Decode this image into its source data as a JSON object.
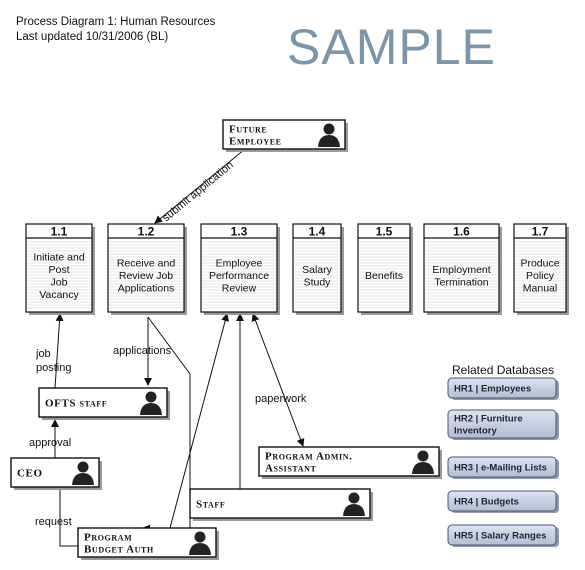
{
  "header": {
    "title": "Process Diagram 1: Human Resources",
    "updated": "Last updated 10/31/2006 (BL)",
    "watermark": "SAMPLE"
  },
  "processes": [
    {
      "id": "1.1",
      "lines": [
        "Initiate and",
        "Post",
        "Job",
        "Vacancy"
      ]
    },
    {
      "id": "1.2",
      "lines": [
        "Receive and",
        "Review Job",
        "Applications"
      ]
    },
    {
      "id": "1.3",
      "lines": [
        "Employee",
        "Performance",
        "Review"
      ]
    },
    {
      "id": "1.4",
      "lines": [
        "Salary",
        "Study"
      ]
    },
    {
      "id": "1.5",
      "lines": [
        "Benefits"
      ]
    },
    {
      "id": "1.6",
      "lines": [
        "Employment",
        "Termination"
      ]
    },
    {
      "id": "1.7",
      "lines": [
        "Produce",
        "Policy",
        "Manual"
      ]
    }
  ],
  "actors": [
    {
      "key": "future-employee",
      "lines": [
        "Future",
        "Employee"
      ]
    },
    {
      "key": "ofts-staff",
      "lines": [
        "OFTS staff"
      ]
    },
    {
      "key": "ceo",
      "lines": [
        "CEO"
      ]
    },
    {
      "key": "program-budget-auth",
      "lines": [
        "Program",
        "Budget Auth"
      ]
    },
    {
      "key": "staff",
      "lines": [
        "Staff"
      ]
    },
    {
      "key": "program-admin-assistant",
      "lines": [
        "Program Admin.",
        "Assistant"
      ]
    }
  ],
  "flow_labels": {
    "submit_application": "submit application",
    "job_posting": [
      "job",
      "posting"
    ],
    "applications": "applications",
    "approval": "approval",
    "request": "request",
    "paperwork": "paperwork"
  },
  "databases": {
    "heading": "Related Databases",
    "items": [
      {
        "lines": [
          "HR1 | Employees"
        ]
      },
      {
        "lines": [
          "HR2 | Furniture",
          "Inventory"
        ]
      },
      {
        "lines": [
          "HR3 | e-Mailing Lists"
        ]
      },
      {
        "lines": [
          "HR4 | Budgets"
        ]
      },
      {
        "lines": [
          "HR5 | Salary Ranges"
        ]
      }
    ]
  },
  "colors": {
    "watermark": "#7d95a6",
    "db_fill": "#c3cbdf",
    "db_border": "#4a5470",
    "stroke": "#111111"
  }
}
